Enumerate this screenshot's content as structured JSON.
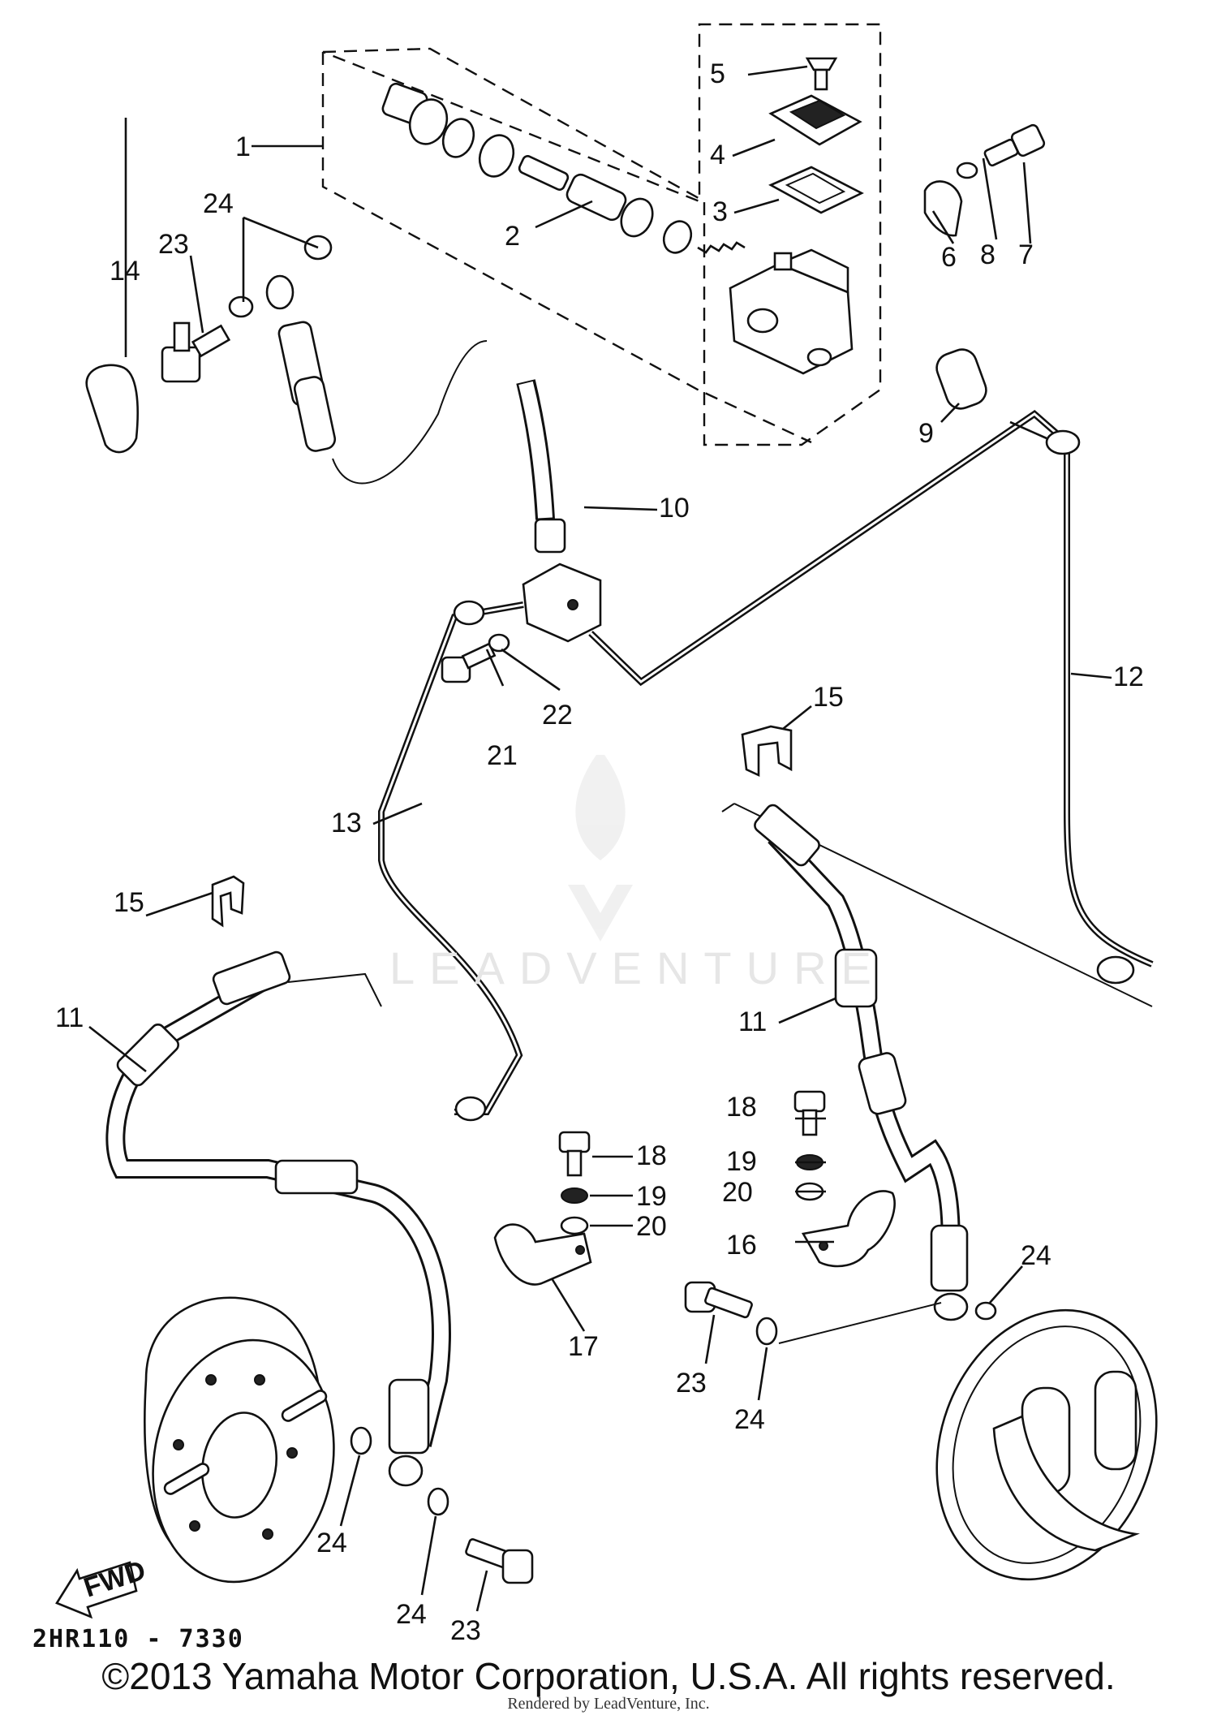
{
  "diagram": {
    "callouts": {
      "c1": "1",
      "c2": "2",
      "c3": "3",
      "c4": "4",
      "c5": "5",
      "c6": "6",
      "c7": "7",
      "c8": "8",
      "c9": "9",
      "c10": "10",
      "c11a": "11",
      "c11b": "11",
      "c12": "12",
      "c13": "13",
      "c14": "14",
      "c15a": "15",
      "c15b": "15",
      "c16": "16",
      "c17": "17",
      "c18a": "18",
      "c18b": "18",
      "c19a": "19",
      "c19b": "19",
      "c20a": "20",
      "c20b": "20",
      "c21": "21",
      "c22": "22",
      "c23a": "23",
      "c23b": "23",
      "c23c": "23",
      "c24a": "24",
      "c24b": "24",
      "c24c": "24",
      "c24d": "24",
      "c24e": "24"
    },
    "fwd_label": "FWD",
    "page_code": "2HR110 - 7330",
    "watermark": "LEADVENTURE",
    "copyright": "©2013 Yamaha Motor Corporation, U.S.A. All rights reserved.",
    "rendered_by": "Rendered by LeadVenture, Inc."
  }
}
